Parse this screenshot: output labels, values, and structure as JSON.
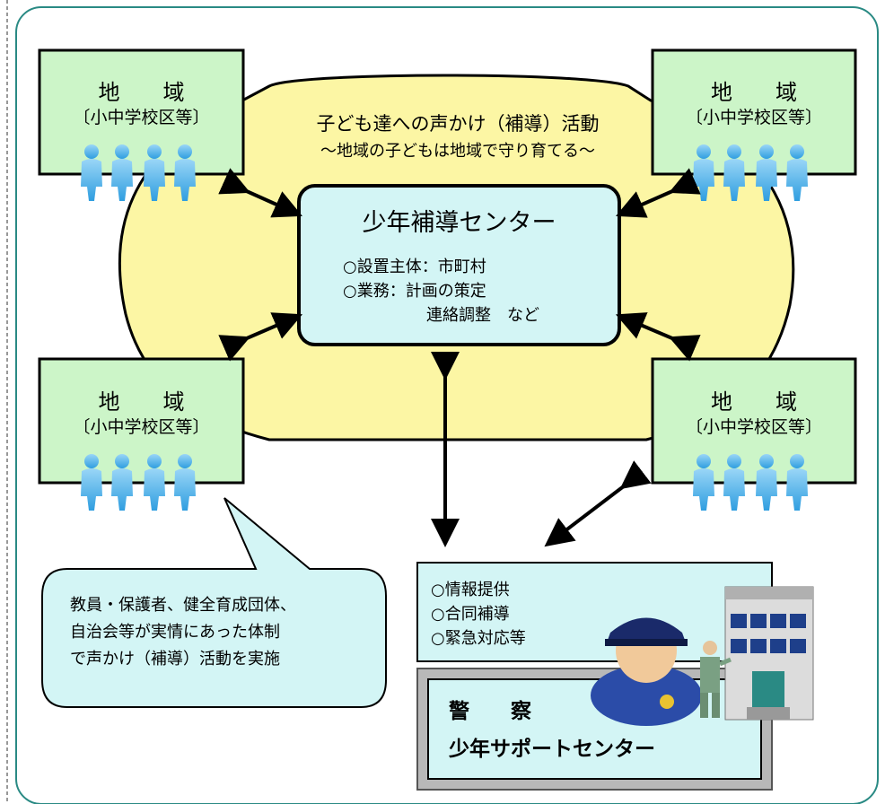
{
  "regions": [
    {
      "title": "地　　域",
      "subtitle": "〔小中学校区等〕"
    },
    {
      "title": "地　　域",
      "subtitle": "〔小中学校区等〕"
    },
    {
      "title": "地　　域",
      "subtitle": "〔小中学校区等〕"
    },
    {
      "title": "地　　域",
      "subtitle": "〔小中学校区等〕"
    }
  ],
  "slogan": {
    "line1": "子ども達への声かけ（補導）活動",
    "line2": "～地域の子どもは地域で守り育てる～"
  },
  "center": {
    "title": "少年補導センター",
    "line1": "○設置主体：市町村",
    "line2": "○業務：計画の策定",
    "line3": "連絡調整　など"
  },
  "bubble": {
    "line1": "教員・保護者、健全育成団体、",
    "line2": "自治会等が実情にあった体制",
    "line3": "で声かけ（補導）活動を実施"
  },
  "police_info": {
    "line1": "○情報提供",
    "line2": "○合同補導",
    "line3": "○緊急対応等"
  },
  "police": {
    "line1": "警　　察",
    "line2": "少年サポートセンター"
  },
  "colors": {
    "outer_border": "#2a8a84",
    "region_fill": "#ccf5c8",
    "center_fill": "#d3f5f5",
    "ellipse_fill": "#fcf6a4",
    "police_fill": "#d3f5f5",
    "person": "#5ab8ec"
  }
}
